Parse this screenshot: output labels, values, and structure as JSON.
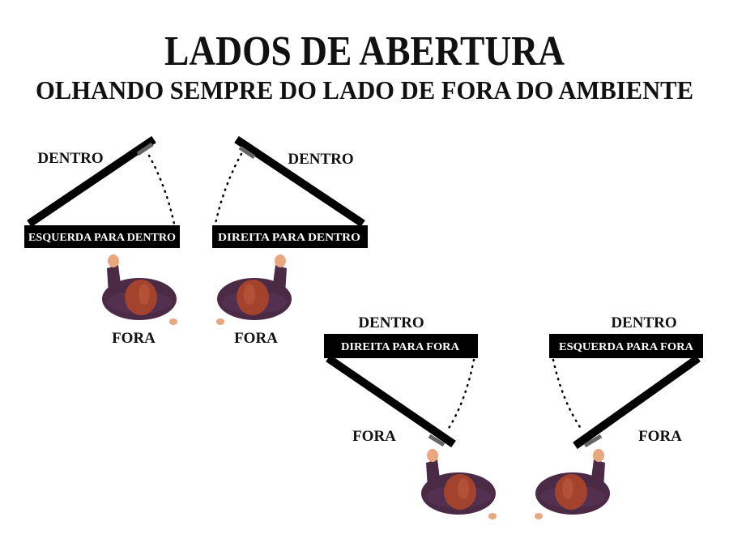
{
  "title": "LADOS DE ABERTURA",
  "subtitle": "OLHANDO SEMPRE DO LADO DE FORA DO AMBIENTE",
  "panels": [
    {
      "inside_label": "DENTRO",
      "bar_label": "ESQUERDA PARA DENTRO",
      "outside_label": "FORA"
    },
    {
      "inside_label": "DENTRO",
      "bar_label": "DIREITA PARA DENTRO",
      "outside_label": "FORA"
    },
    {
      "inside_label": "DENTRO",
      "bar_label": "DIREITA PARA FORA",
      "outside_label": "FORA"
    },
    {
      "inside_label": "DENTRO",
      "bar_label": "ESQUERDA PARA FORA",
      "outside_label": "FORA"
    }
  ],
  "colors": {
    "door": "#000000",
    "handle": "#666666",
    "body": "#4a2a45",
    "head": "#a4432d",
    "skin": "#e8a77f"
  }
}
